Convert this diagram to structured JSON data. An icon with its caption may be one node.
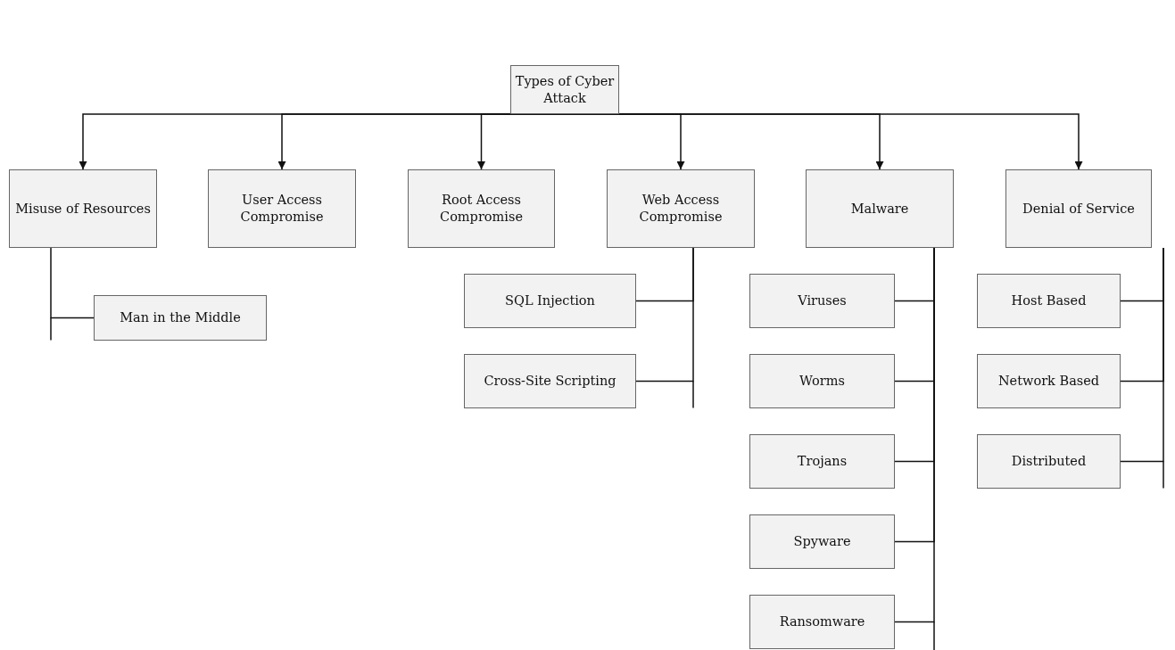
{
  "diagram": {
    "nodes": [
      {
        "text": [
          "Types of Cyber Attack"
        ]
      },
      {
        "text": [
          "Misuse of Resources"
        ]
      },
      {
        "text": [
          "User Access Compromise"
        ]
      },
      {
        "text": [
          "Root Access Compromise"
        ]
      },
      {
        "text": [
          "Web Access Compromise"
        ]
      },
      {
        "text": [
          "Malware"
        ]
      },
      {
        "text": [
          "Denial of Service"
        ]
      },
      {
        "text": [
          "Man in the Middle"
        ]
      },
      {
        "text": [
          "SQL Injection"
        ]
      },
      {
        "text": [
          "Cross-Site Scripting"
        ]
      },
      {
        "text": [
          "Viruses"
        ]
      },
      {
        "text": [
          "Worms"
        ]
      },
      {
        "text": [
          "Trojans"
        ]
      },
      {
        "text": [
          "Spyware"
        ]
      },
      {
        "text": [
          "Ransomware"
        ]
      },
      {
        "text": [
          "Host Based"
        ]
      },
      {
        "text": [
          "Network Based"
        ]
      },
      {
        "text": [
          "Distributed"
        ]
      }
    ],
    "edges": [
      {
        "from": 0,
        "to": 1,
        "arrow": "to"
      },
      {
        "from": 0,
        "to": 2,
        "arrow": "to"
      },
      {
        "from": 0,
        "to": 3,
        "arrow": "to"
      },
      {
        "from": 0,
        "to": 4,
        "arrow": "to"
      },
      {
        "from": 0,
        "to": 5,
        "arrow": "to"
      },
      {
        "from": 0,
        "to": 6,
        "arrow": "to"
      },
      {
        "from": 1,
        "to": 7,
        "arrow": "none"
      },
      {
        "from": 4,
        "to": 8,
        "arrow": "none"
      },
      {
        "from": 4,
        "to": 9,
        "arrow": "none"
      },
      {
        "from": 5,
        "to": 10,
        "arrow": "none"
      },
      {
        "from": 5,
        "to": 11,
        "arrow": "none"
      },
      {
        "from": 5,
        "to": 12,
        "arrow": "none"
      },
      {
        "from": 5,
        "to": 13,
        "arrow": "none"
      },
      {
        "from": 5,
        "to": 14,
        "arrow": "none"
      },
      {
        "from": 6,
        "to": 15,
        "arrow": "none"
      },
      {
        "from": 6,
        "to": 16,
        "arrow": "none"
      },
      {
        "from": 6,
        "to": 17,
        "arrow": "none"
      }
    ]
  }
}
